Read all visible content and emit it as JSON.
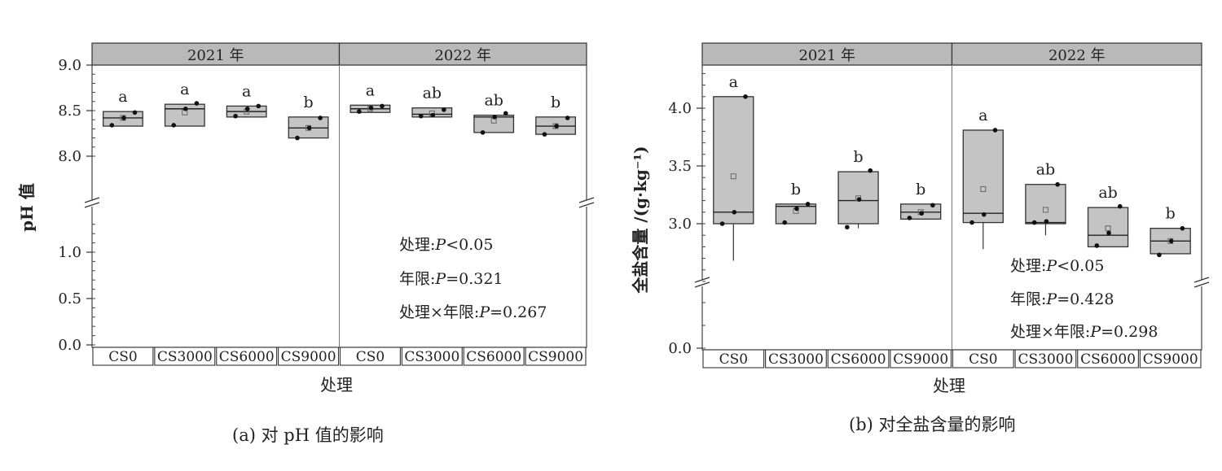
{
  "chart_data": [
    {
      "type": "box",
      "panel_id": "a",
      "caption": "(a)  对 pH 值的影响",
      "xlabel": "处理",
      "ylabel": "pH 值",
      "facets": [
        "2021 年",
        "2022 年"
      ],
      "categories": [
        "CS0",
        "CS3000",
        "CS6000",
        "CS9000"
      ],
      "axis_break": true,
      "y_ticks_upper": [
        "8.0",
        "8.5",
        "9.0"
      ],
      "y_ticks_lower": [
        "0.0",
        "0.5",
        "1.0"
      ],
      "ylim_upper": [
        7.87,
        9.0
      ],
      "ylim_lower": [
        0.0,
        1.3
      ],
      "grid": false,
      "boxes": [
        {
          "facet": "2021 年",
          "category": "CS0",
          "q1": 8.33,
          "median": 8.42,
          "q3": 8.49,
          "mean": 8.42,
          "whisker_low": 8.33,
          "whisker_high": 8.49,
          "points": [
            8.34,
            8.42,
            8.48
          ],
          "letter": "a"
        },
        {
          "facet": "2021 年",
          "category": "CS3000",
          "q1": 8.33,
          "median": 8.52,
          "q3": 8.57,
          "mean": 8.48,
          "whisker_low": 8.33,
          "whisker_high": 8.57,
          "points": [
            8.34,
            8.52,
            8.58
          ],
          "letter": "a"
        },
        {
          "facet": "2021 年",
          "category": "CS6000",
          "q1": 8.43,
          "median": 8.49,
          "q3": 8.55,
          "mean": 8.49,
          "whisker_low": 8.43,
          "whisker_high": 8.55,
          "points": [
            8.44,
            8.52,
            8.55
          ],
          "letter": "a"
        },
        {
          "facet": "2021 年",
          "category": "CS9000",
          "q1": 8.2,
          "median": 8.31,
          "q3": 8.43,
          "mean": 8.31,
          "whisker_low": 8.2,
          "whisker_high": 8.43,
          "points": [
            8.2,
            8.31,
            8.42
          ],
          "letter": "b"
        },
        {
          "facet": "2022 年",
          "category": "CS0",
          "q1": 8.48,
          "median": 8.52,
          "q3": 8.56,
          "mean": 8.52,
          "whisker_low": 8.48,
          "whisker_high": 8.56,
          "points": [
            8.49,
            8.53,
            8.55
          ],
          "letter": "a"
        },
        {
          "facet": "2022 年",
          "category": "CS3000",
          "q1": 8.43,
          "median": 8.46,
          "q3": 8.53,
          "mean": 8.47,
          "whisker_low": 8.43,
          "whisker_high": 8.53,
          "points": [
            8.44,
            8.45,
            8.51
          ],
          "letter": "ab"
        },
        {
          "facet": "2022 年",
          "category": "CS6000",
          "q1": 8.26,
          "median": 8.43,
          "q3": 8.45,
          "mean": 8.39,
          "whisker_low": 8.26,
          "whisker_high": 8.45,
          "points": [
            8.26,
            8.43,
            8.47
          ],
          "letter": "ab"
        },
        {
          "facet": "2022 年",
          "category": "CS9000",
          "q1": 8.24,
          "median": 8.33,
          "q3": 8.43,
          "mean": 8.33,
          "whisker_low": 8.24,
          "whisker_high": 8.43,
          "points": [
            8.24,
            8.33,
            8.42
          ],
          "letter": "b"
        }
      ],
      "annotations": [
        "处理:P<0.05",
        "年限:P=0.321",
        "处理×年限:P=0.267"
      ]
    },
    {
      "type": "box",
      "panel_id": "b",
      "caption": "(b)  对全盐含量的影响",
      "xlabel": "处理",
      "ylabel": "全盐含量 /(g·kg⁻¹)",
      "facets": [
        "2021 年",
        "2022 年"
      ],
      "categories": [
        "CS0",
        "CS3000",
        "CS6000",
        "CS9000"
      ],
      "axis_break": true,
      "y_ticks_upper": [
        "3.0",
        "3.5",
        "4.0"
      ],
      "y_ticks_lower": [
        "0.0"
      ],
      "ylim_upper": [
        2.5,
        4.33
      ],
      "ylim_lower": [
        0.0,
        0.5
      ],
      "grid": false,
      "boxes": [
        {
          "facet": "2021 年",
          "category": "CS0",
          "q1": 3.0,
          "median": 3.1,
          "q3": 4.1,
          "mean": 3.41,
          "whisker_low": 2.68,
          "whisker_high": 4.1,
          "points": [
            3.0,
            3.1,
            4.1
          ],
          "letter": "a"
        },
        {
          "facet": "2021 年",
          "category": "CS3000",
          "q1": 3.0,
          "median": 3.15,
          "q3": 3.17,
          "mean": 3.11,
          "whisker_low": 3.0,
          "whisker_high": 3.17,
          "points": [
            3.01,
            3.13,
            3.17
          ],
          "letter": "b"
        },
        {
          "facet": "2021 年",
          "category": "CS6000",
          "q1": 3.0,
          "median": 3.2,
          "q3": 3.45,
          "mean": 3.22,
          "whisker_low": 2.96,
          "whisker_high": 3.45,
          "points": [
            2.97,
            3.21,
            3.46
          ],
          "letter": "b"
        },
        {
          "facet": "2021 年",
          "category": "CS9000",
          "q1": 3.04,
          "median": 3.1,
          "q3": 3.17,
          "mean": 3.1,
          "whisker_low": 3.04,
          "whisker_high": 3.17,
          "points": [
            3.05,
            3.09,
            3.16
          ],
          "letter": "b"
        },
        {
          "facet": "2022 年",
          "category": "CS0",
          "q1": 3.01,
          "median": 3.09,
          "q3": 3.81,
          "mean": 3.3,
          "whisker_low": 2.78,
          "whisker_high": 3.81,
          "points": [
            3.01,
            3.08,
            3.81
          ],
          "letter": "a"
        },
        {
          "facet": "2022 年",
          "category": "CS3000",
          "q1": 3.0,
          "median": 3.01,
          "q3": 3.34,
          "mean": 3.12,
          "whisker_low": 2.9,
          "whisker_high": 3.34,
          "points": [
            3.01,
            3.02,
            3.34
          ],
          "letter": "ab"
        },
        {
          "facet": "2022 年",
          "category": "CS6000",
          "q1": 2.8,
          "median": 2.9,
          "q3": 3.14,
          "mean": 2.96,
          "whisker_low": 2.8,
          "whisker_high": 3.14,
          "points": [
            2.81,
            2.92,
            3.15
          ],
          "letter": "ab"
        },
        {
          "facet": "2022 年",
          "category": "CS9000",
          "q1": 2.74,
          "median": 2.85,
          "q3": 2.96,
          "mean": 2.85,
          "whisker_low": 2.74,
          "whisker_high": 2.96,
          "points": [
            2.73,
            2.85,
            2.96
          ],
          "letter": "b"
        }
      ],
      "annotations": [
        "处理:P<0.05",
        "年限:P=0.428",
        "处理×年限:P=0.298"
      ]
    }
  ]
}
